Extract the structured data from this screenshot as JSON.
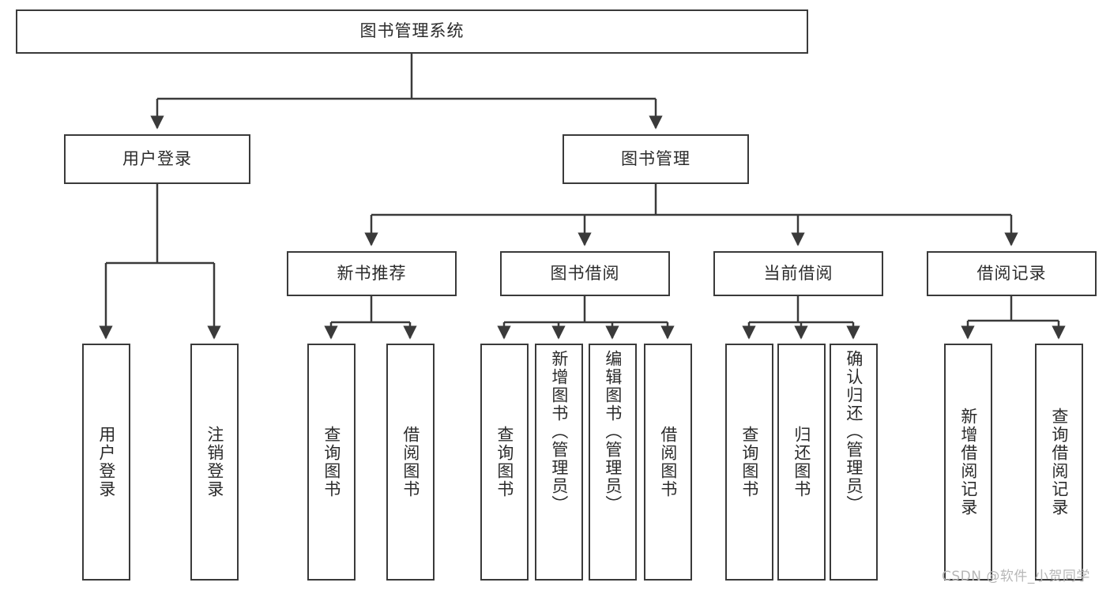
{
  "diagram": {
    "type": "tree-hierarchy",
    "title": "图书管理系统",
    "root": {
      "label": "图书管理系统"
    },
    "level2": [
      {
        "label": "用户登录"
      },
      {
        "label": "图书管理"
      }
    ],
    "level3": [
      {
        "label": "新书推荐"
      },
      {
        "label": "图书借阅"
      },
      {
        "label": "当前借阅"
      },
      {
        "label": "借阅记录"
      }
    ],
    "leaves": {
      "user_login": [
        {
          "label": "用户登录"
        },
        {
          "label": "注销登录"
        }
      ],
      "new_book_recommend": [
        {
          "label": "查询图书"
        },
        {
          "label": "借阅图书"
        }
      ],
      "book_borrow": [
        {
          "label": "查询图书"
        },
        {
          "label": "新增图书（管理员）"
        },
        {
          "label": "编辑图书（管理员）"
        },
        {
          "label": "借阅图书"
        }
      ],
      "current_borrow": [
        {
          "label": "查询图书"
        },
        {
          "label": "归还图书"
        },
        {
          "label": "确认归还（管理员）"
        }
      ],
      "borrow_record": [
        {
          "label": "新增借阅记录"
        },
        {
          "label": "查询借阅记录"
        }
      ]
    }
  },
  "watermark": {
    "text": "CSDN @软件_小贺同学"
  },
  "colors": {
    "stroke": "#3a3a3a",
    "background": "#ffffff",
    "text": "#2b2b2b",
    "watermark": "#b7b7b7"
  }
}
